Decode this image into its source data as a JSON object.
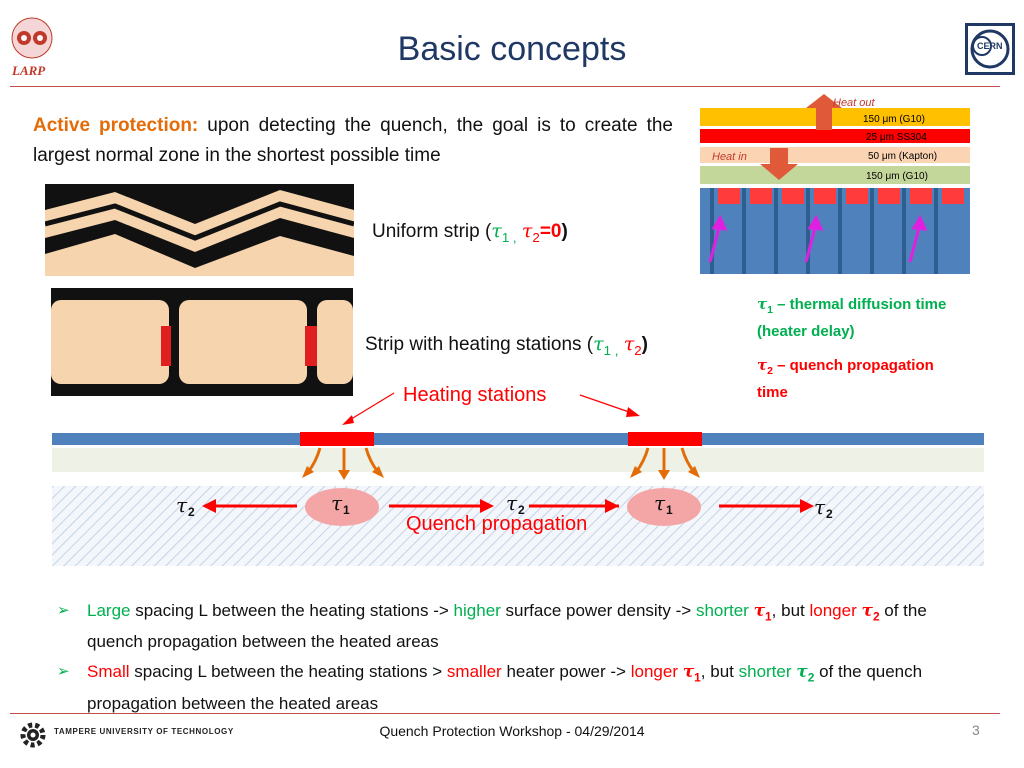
{
  "slide": {
    "title": "Basic concepts",
    "intro_heading": "Active protection:",
    "intro_text": " upon detecting the quench, the goal is to create the largest normal zone in the shortest possible time",
    "strip_uniform": {
      "prefix": "Uniform strip (",
      "t1": "τ",
      "s1": "1 ,",
      "t2": "τ",
      "s2": "2",
      "suffix": "=0",
      "close": ")"
    },
    "strip_stations": {
      "prefix": "Strip with heating stations (",
      "t1": "τ",
      "s1": "1 ,",
      "t2": "τ",
      "s2": "2",
      "close": ")"
    },
    "note_tau1": {
      "sym": "τ",
      "sub": "1",
      "text": " – thermal diffusion time (heater delay)"
    },
    "note_tau2": {
      "sym": "τ",
      "sub": "2",
      "text": " – quench propagation time"
    },
    "heating_stations_label": "Heating stations",
    "quench_propagation_label": "Quench propagation",
    "layer_diagram": {
      "heat_out": "Heat out",
      "heat_in": "Heat in",
      "layers": [
        "150 μm (G10)",
        "25 μm SS304",
        "50 μm (Kapton)",
        "150 μm (G10)"
      ]
    },
    "diagram_labels": {
      "tau": "τ",
      "one": "1",
      "two": "2"
    },
    "bullet1": {
      "w1": "Large",
      "t1": " spacing L between the heating stations  -> ",
      "w2": "higher",
      "t2": " surface power density -> ",
      "w3": "shorter",
      "tau_a": "τ",
      "sub_a": "1",
      "t3": ", but ",
      "w4": "longer",
      "tau_b": "τ",
      "sub_b": "2",
      "t4": " of the quench propagation between the heated areas"
    },
    "bullet2": {
      "w1": "Small",
      "t1": " spacing L between the heating stations > ",
      "w2": "smaller",
      "t2": " heater power -> ",
      "w3": "longer",
      "tau_a": "τ",
      "sub_a": "1",
      "t3": ", but ",
      "w4": "shorter",
      "tau_b": "τ",
      "sub_b": "2",
      "t4": " of the quench propagation between the heated areas"
    },
    "footer": "Quench Protection Workshop - 04/29/2014",
    "page_number": "3",
    "logo_larp": "LARP",
    "logo_cern": "CERN",
    "logo_tut": "TAMPERE UNIVERSITY OF TECHNOLOGY"
  },
  "colors": {
    "title": "#1f3864",
    "accent_orange": "#e36c09",
    "green": "#00b050",
    "red": "#ff0000",
    "rule": "#c0504d"
  }
}
